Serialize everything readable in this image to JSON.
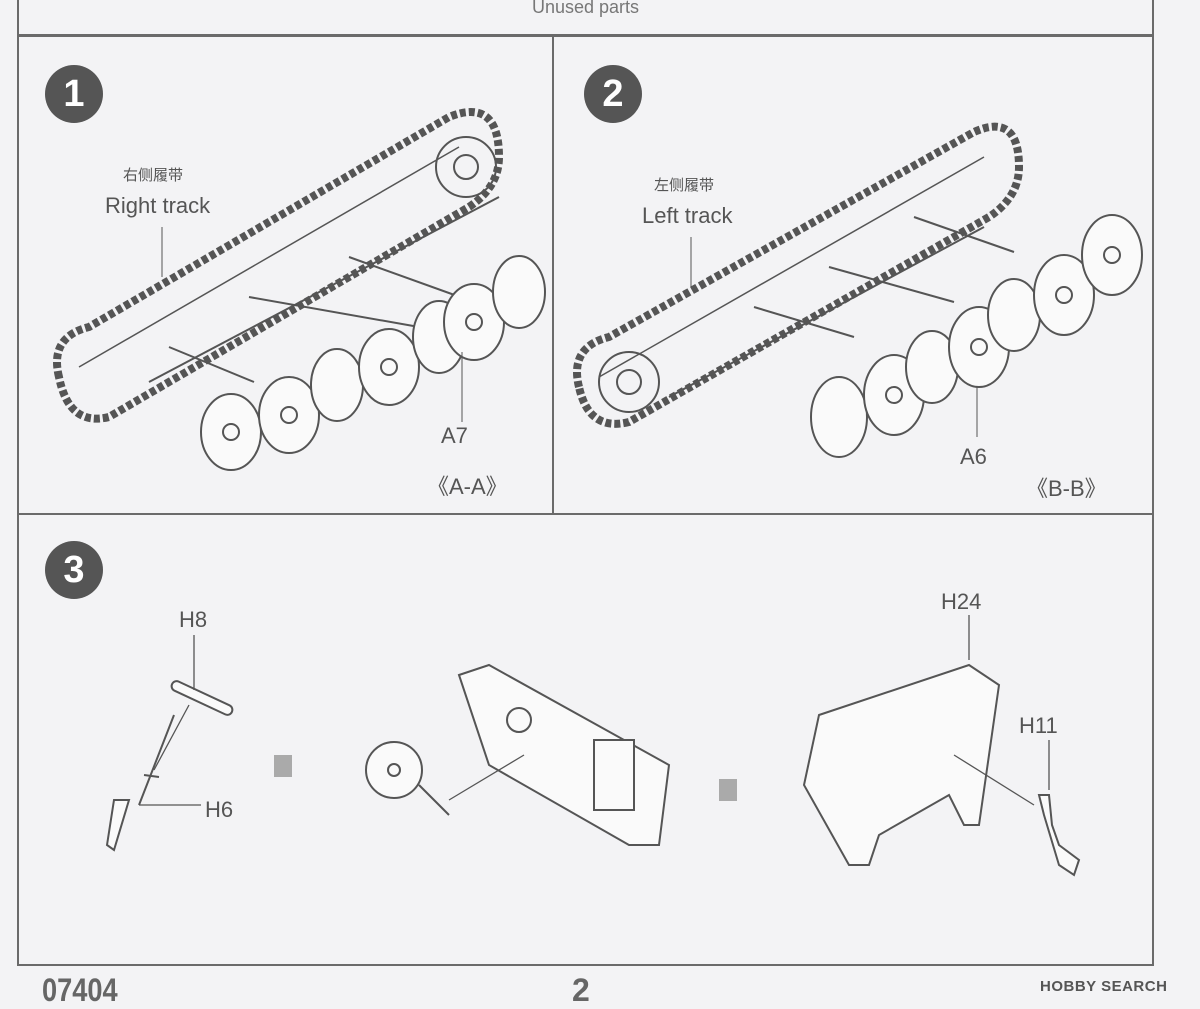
{
  "header": {
    "unused_parts": "Unused parts"
  },
  "step1": {
    "number": "1",
    "label_zh": "右侧履带",
    "label_en": "Right track",
    "part": "A7",
    "section": "《A-A》"
  },
  "step2": {
    "number": "2",
    "label_zh": "左侧履带",
    "label_en": "Left track",
    "part": "A6",
    "section": "《B-B》"
  },
  "step3": {
    "number": "3",
    "parts": {
      "h8": "H8",
      "h6": "H6",
      "h24": "H24",
      "h11": "H11"
    }
  },
  "footer": {
    "kit_code": "07404",
    "page": "2",
    "watermark": "HOBBY SEARCH"
  }
}
